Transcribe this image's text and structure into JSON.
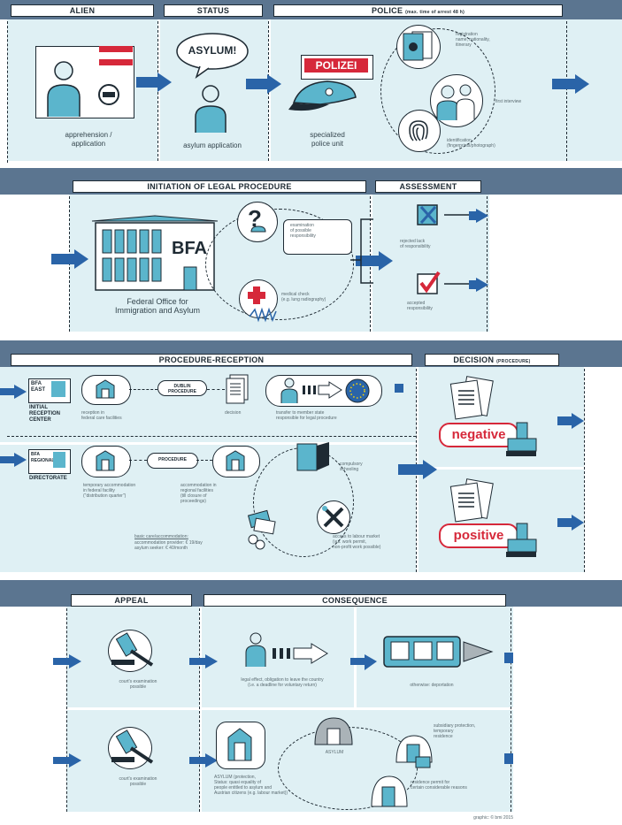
{
  "sections": {
    "alien": {
      "title": "ALIEN",
      "label": "apprehension /\napplication"
    },
    "status": {
      "title": "STATUS",
      "bubble": "ASYLUM!",
      "label": "asylum application"
    },
    "police": {
      "title": "POLICE",
      "title_small": "(max. time of arrest 48 h)",
      "sign": "POLIZEI",
      "label": "specialized\npolice unit",
      "notes": [
        "registration\nname, nationality,\nitinerary",
        "first interview",
        "identification\n(fingerprints/photograph)"
      ]
    },
    "legal": {
      "title": "INITIATION OF LEGAL PROCEDURE",
      "building": "BFA",
      "label": "Federal Office for\nImmigration and Asylum",
      "notes": [
        "examination\nof possible\nresponsibility",
        "medical check\n(e.g. lung radiography)"
      ]
    },
    "assessment": {
      "title": "ASSESSMENT",
      "notes": [
        "rejected lack\nof responsibility",
        "accepted\nresponsibility"
      ]
    },
    "reception": {
      "title": "PROCEDURE-RECEPTION",
      "east": {
        "box": "BFA\nEAST",
        "label": "INITIAL\nRECEPTION\nCENTER",
        "pill": "DUBLIN\nPROCEDURE",
        "notes": [
          "reception in\nfederal care facilities",
          "decision",
          "transfer to member state\nresponsible for legal procedure"
        ]
      },
      "regional": {
        "box": "BFA\nREGIONAL",
        "label": "DIRECTORATE",
        "pill": "PROCEDURE",
        "notes": [
          "temporary accommodation\nin federal facility\n(\"distribution quarter\")",
          "accommodation in\nregional facilities\n(till closure of\nproceedings)",
          "compulsory\nschooling",
          "access to labour market\n(vul. work permit,\nnon-profit work possible)",
          "basic care/accommodation:",
          "accommodation provider: € 19/day\nasylum seeker:     € 40/month"
        ]
      }
    },
    "decision": {
      "title": "DECISION",
      "title_small": "(PROCEDURE)",
      "negative": "negative",
      "positive": "positive"
    },
    "appeal": {
      "title": "APPEAL",
      "notes": [
        "court's examination\npossible",
        "court's examination\npossible"
      ]
    },
    "consequence": {
      "title": "CONSEQUENCE",
      "notes": [
        "legal effect, obligation to leave the country\n(i.e. a deadline for voluntary return)",
        "otherwise: deportation",
        "ASYLUM (protection,\nStatus: quasi equality of\npeople entitled to asylum and\nAustrian citizens (e.g. labour market))",
        "ASYLUM",
        "subsidiary protection,\ntemporary\nresidence",
        "residence permit for\ncertain considerable reasons"
      ]
    }
  },
  "credit": "graphic: © bmi 2015",
  "colors": {
    "band": "#5b7590",
    "panel": "#dff0f4",
    "accent": "#5bb5cc",
    "arrow": "#2a64a8",
    "red": "#d6283a"
  },
  "icons": [
    "person-icon",
    "no-entry-icon",
    "flag-icon",
    "police-cap-icon",
    "passport-icon",
    "fingerprint-icon",
    "interview-icon",
    "building-icon",
    "question-icon",
    "medical-cross-icon",
    "x-box-icon",
    "check-box-icon",
    "shelter-icon",
    "documents-icon",
    "eu-flag-icon",
    "book-icon",
    "tools-icon",
    "money-icon",
    "stamp-icon",
    "gavel-icon",
    "bus-icon"
  ]
}
